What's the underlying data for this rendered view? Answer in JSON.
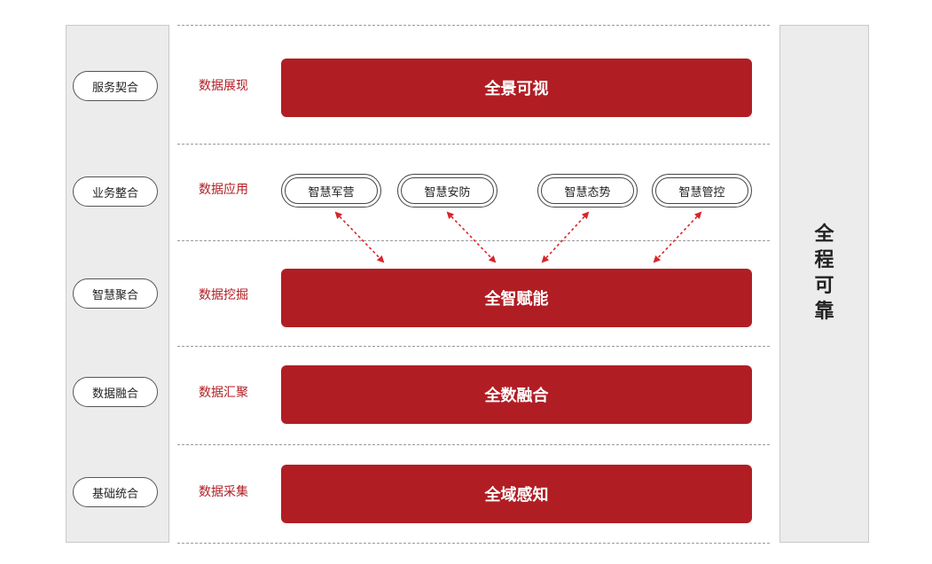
{
  "left_column": {
    "items": [
      "服务契合",
      "业务整合",
      "智慧聚合",
      "数据融合",
      "基础统合"
    ]
  },
  "layers": [
    {
      "label": "数据展现",
      "bar": "全景可视"
    },
    {
      "label": "数据应用"
    },
    {
      "label": "数据挖掘",
      "bar": "全智赋能"
    },
    {
      "label": "数据汇聚",
      "bar": "全数融合"
    },
    {
      "label": "数据采集",
      "bar": "全域感知"
    }
  ],
  "applications": [
    "智慧军营",
    "智慧安防",
    "智慧态势",
    "智慧管控"
  ],
  "right_column": {
    "title_chars": [
      "全",
      "程",
      "可",
      "靠"
    ]
  },
  "colors": {
    "accent": "#b01e24",
    "column_bg": "#ececec",
    "arrow": "#d8242a"
  }
}
